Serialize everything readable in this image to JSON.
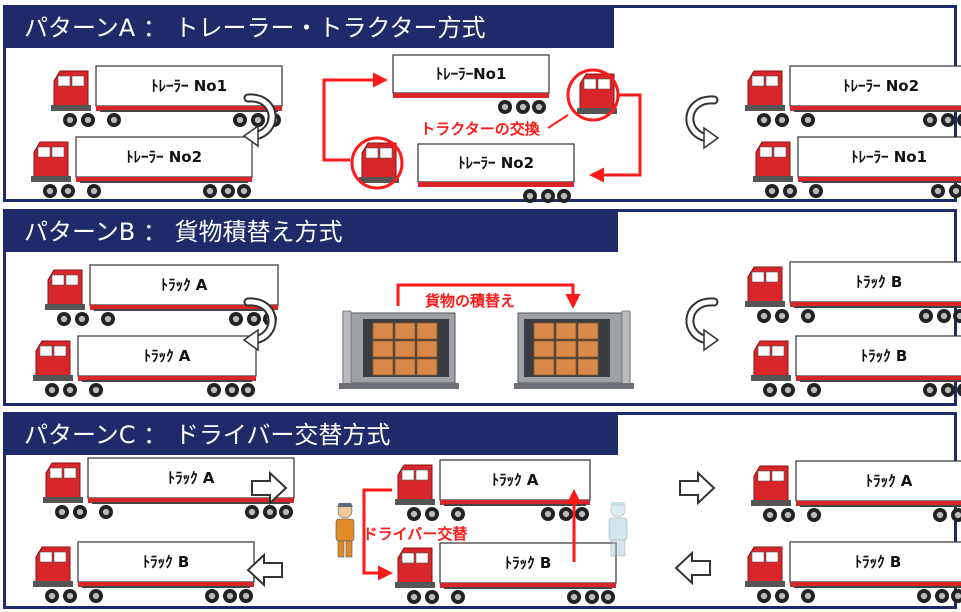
{
  "panels": [
    {
      "title": "パターンA ： トレーラー・トラクター方式",
      "left_trucks": [
        "ﾄﾚｰﾗｰ No1",
        "ﾄﾚｰﾗｰ No2"
      ],
      "center_trucks": [
        "ﾄﾚｰﾗｰNo1",
        "ﾄﾚｰﾗｰ No2"
      ],
      "center_label": "トラクターの交換",
      "right_trucks": [
        "ﾄﾚｰﾗｰ No2",
        "ﾄﾚｰﾗｰ No1"
      ]
    },
    {
      "title": "パターンB ： 貨物積替え方式",
      "left_trucks": [
        "ﾄﾗｯｸ A",
        "ﾄﾗｯｸ A"
      ],
      "center_label": "貨物の積替え",
      "right_trucks": [
        "ﾄﾗｯｸ B",
        "ﾄﾗｯｸ B"
      ]
    },
    {
      "title": "パターンC ： ドライバー交替方式",
      "left_trucks": [
        "ﾄﾗｯｸ A",
        "ﾄﾗｯｸ B"
      ],
      "center_trucks": [
        "ﾄﾗｯｸ A",
        "ﾄﾗｯｸ B"
      ],
      "center_label": "ドライバー交替",
      "right_trucks": [
        "ﾄﾗｯｸ A",
        "ﾄﾗｯｸ B"
      ]
    }
  ],
  "colors": {
    "navy": "#1f2a6b",
    "cab_red": "#d8262a",
    "accent_red": "#ff1a1a",
    "cargo_box": "#d9894a",
    "container": "#9ea2a7"
  }
}
